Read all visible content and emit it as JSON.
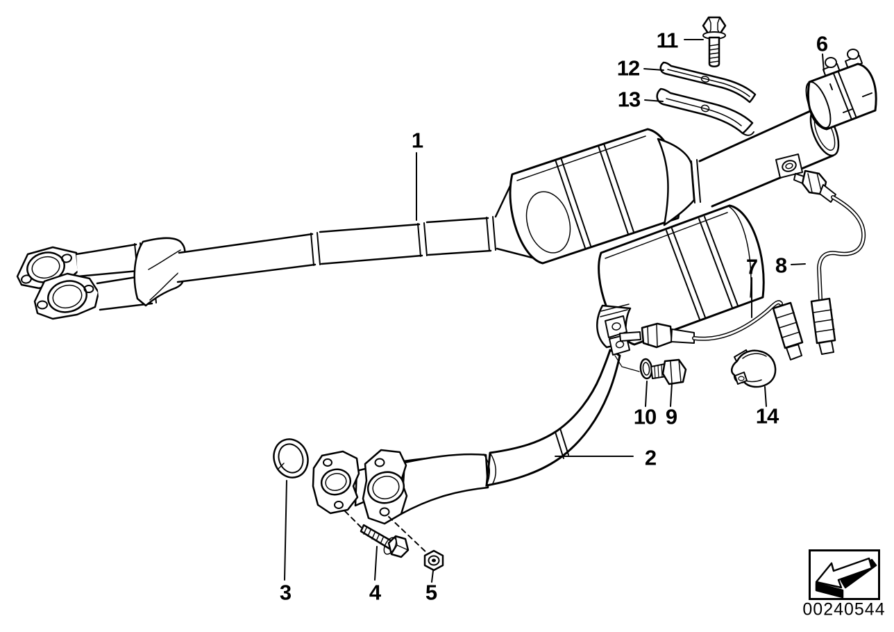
{
  "colors": {
    "line": "#000000",
    "background": "#ffffff"
  },
  "callouts": {
    "c1": {
      "label": "1"
    },
    "c2": {
      "label": "2"
    },
    "c3": {
      "label": "3"
    },
    "c4": {
      "label": "4"
    },
    "c5": {
      "label": "5"
    },
    "c6": {
      "label": "6"
    },
    "c7": {
      "label": "7"
    },
    "c8": {
      "label": "8"
    },
    "c9": {
      "label": "9"
    },
    "c10": {
      "label": "10"
    },
    "c11": {
      "label": "11"
    },
    "c12": {
      "label": "12"
    },
    "c13": {
      "label": "13"
    },
    "c14": {
      "label": "14"
    }
  },
  "footer": {
    "part_number": "00240544",
    "nav_icon": "direction-arrow-icon"
  }
}
